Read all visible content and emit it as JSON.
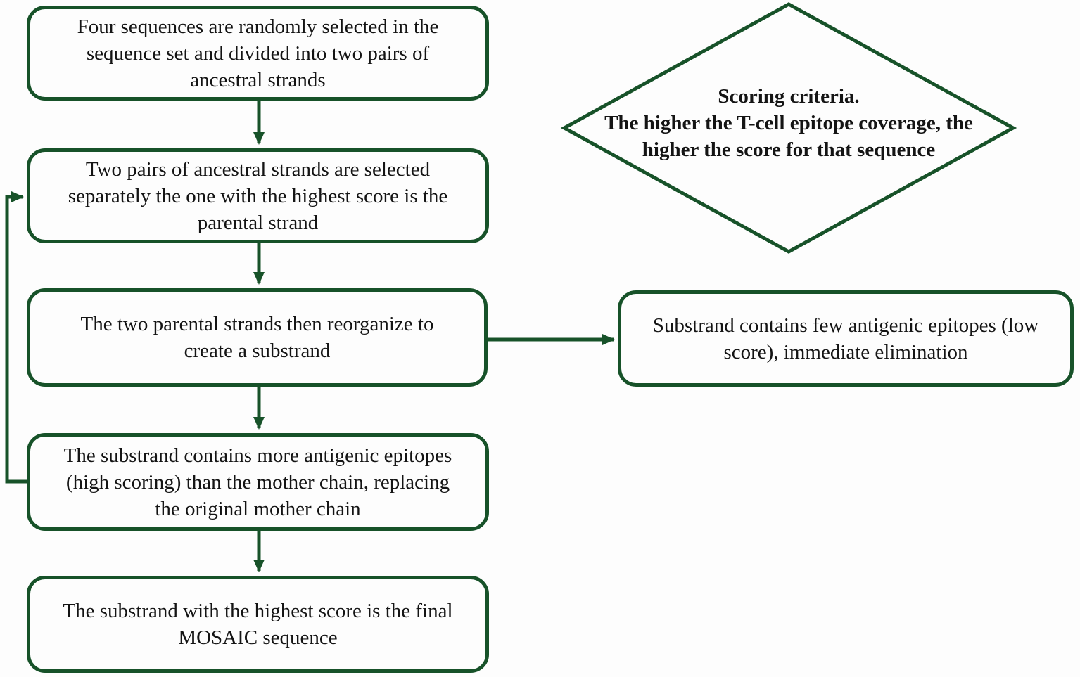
{
  "diagram": {
    "type": "flowchart",
    "title_hint": "MOSAIC sequence selection flow",
    "colors": {
      "accent_green": "#175229",
      "text": "#141414",
      "background": "#fdfdfd",
      "node_fill": "#fdfdfd"
    },
    "nodes": [
      {
        "id": "step-1",
        "shape": "rounded-rect",
        "text": "Four sequences are randomly selected in the\nsequence set and divided into two pairs of\nancestral strands"
      },
      {
        "id": "step-2",
        "shape": "rounded-rect",
        "text": "Two pairs of ancestral strands are selected\nseparately the one with the highest score is the\nparental strand"
      },
      {
        "id": "step-3",
        "shape": "rounded-rect",
        "text": "The two parental strands then reorganize to\ncreate a substrand"
      },
      {
        "id": "step-4",
        "shape": "rounded-rect",
        "text": "The substrand contains more antigenic epitopes\n(high scoring) than the mother chain, replacing\nthe original mother chain"
      },
      {
        "id": "step-5",
        "shape": "rounded-rect",
        "text": "The substrand with the highest score is the final\nMOSAIC sequence"
      },
      {
        "id": "scoring-criteria",
        "shape": "diamond",
        "text": "Scoring criteria.\nThe higher the T-cell epitope coverage, the\nhigher the score for that sequence"
      },
      {
        "id": "elimination",
        "shape": "rounded-rect",
        "text": "Substrand contains few antigenic epitopes (low\nscore), immediate elimination"
      }
    ],
    "edges": [
      {
        "from": "step-1",
        "to": "step-2",
        "style": "arrow-down"
      },
      {
        "from": "step-2",
        "to": "step-3",
        "style": "arrow-down"
      },
      {
        "from": "step-3",
        "to": "step-4",
        "style": "arrow-down"
      },
      {
        "from": "step-4",
        "to": "step-5",
        "style": "arrow-down"
      },
      {
        "from": "step-3",
        "to": "elimination",
        "style": "arrow-right"
      },
      {
        "from": "step-4",
        "to": "step-2",
        "style": "feedback-loop-left"
      }
    ]
  }
}
